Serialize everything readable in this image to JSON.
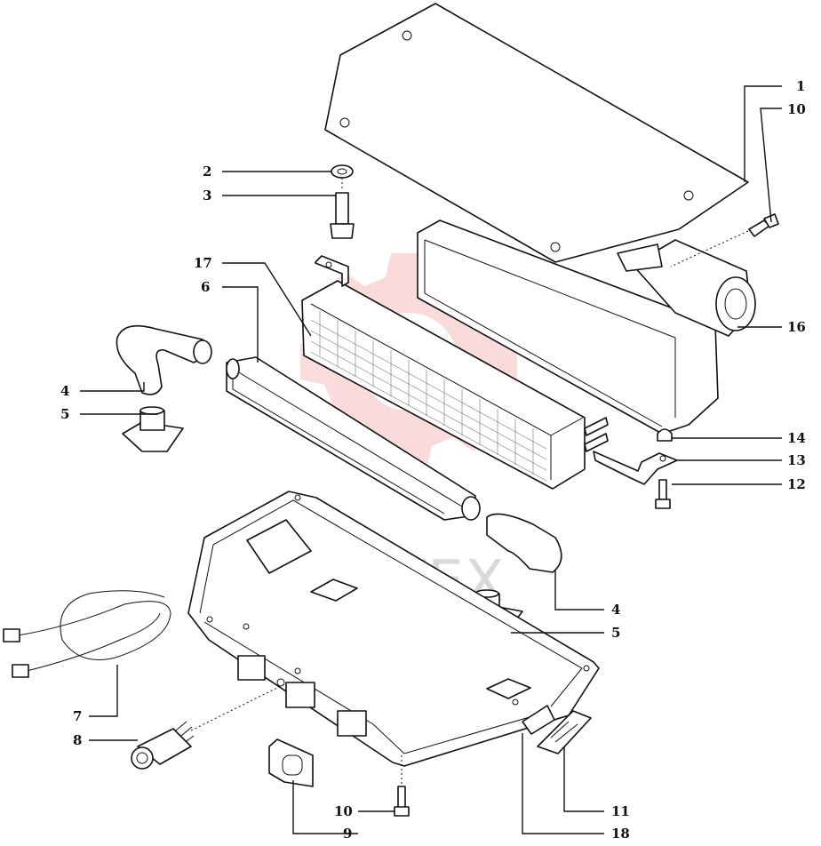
{
  "watermark": {
    "text": "ИНТЕХ",
    "color": "#f4a7a7"
  },
  "callouts": [
    {
      "id": "c1",
      "text": "1"
    },
    {
      "id": "c10a",
      "text": "10"
    },
    {
      "id": "c2",
      "text": "2"
    },
    {
      "id": "c3",
      "text": "3"
    },
    {
      "id": "c17",
      "text": "17"
    },
    {
      "id": "c6",
      "text": "6"
    },
    {
      "id": "c16",
      "text": "16"
    },
    {
      "id": "c4a",
      "text": "4"
    },
    {
      "id": "c5a",
      "text": "5"
    },
    {
      "id": "c14",
      "text": "14"
    },
    {
      "id": "c13",
      "text": "13"
    },
    {
      "id": "c12",
      "text": "12"
    },
    {
      "id": "c4b",
      "text": "4"
    },
    {
      "id": "c5b",
      "text": "5"
    },
    {
      "id": "c7",
      "text": "7"
    },
    {
      "id": "c8",
      "text": "8"
    },
    {
      "id": "c11",
      "text": "11"
    },
    {
      "id": "c10b",
      "text": "10"
    },
    {
      "id": "c9",
      "text": "9"
    },
    {
      "id": "c18",
      "text": "18"
    }
  ]
}
